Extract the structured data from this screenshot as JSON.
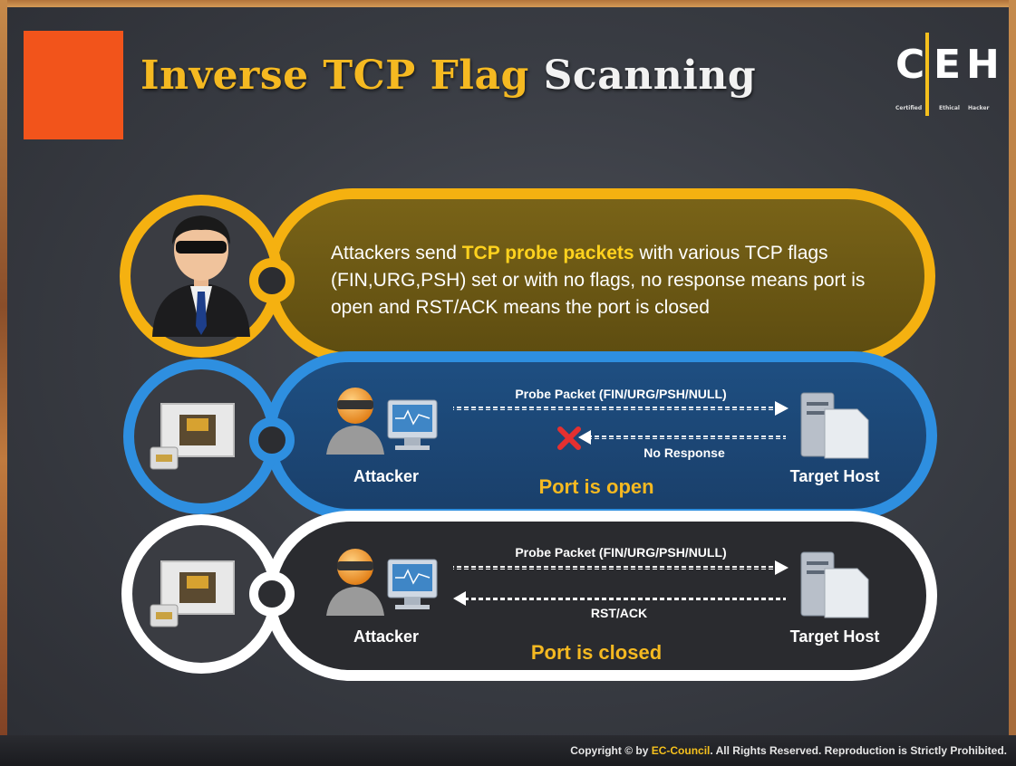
{
  "header": {
    "title_part1": "Inverse TCP Flag",
    "title_part2": "Scanning"
  },
  "logo": {
    "letter_c": "C",
    "letters_eh": "EH",
    "sub_certified": "Certified",
    "sub_ethical": "Ethical",
    "sub_hacker": "Hacker"
  },
  "intro": {
    "text_before": "Attackers send ",
    "highlight": "TCP probe packets",
    "text_after": " with various TCP flags (FIN,URG,PSH) set or with no flags, no response means port is open and RST/ACK means the port is closed"
  },
  "open_scenario": {
    "probe_label": "Probe Packet (FIN/URG/PSH/NULL)",
    "response_label": "No Response",
    "attacker_label": "Attacker",
    "target_label": "Target Host",
    "status": "Port is open"
  },
  "closed_scenario": {
    "probe_label": "Probe Packet (FIN/URG/PSH/NULL)",
    "response_label": "RST/ACK",
    "attacker_label": "Attacker",
    "target_label": "Target Host",
    "status": "Port is closed"
  },
  "footer": {
    "prefix": "Copyright © by ",
    "brand": "EC-Council",
    "suffix": ". All Rights Reserved. Reproduction is Strictly Prohibited."
  },
  "colors": {
    "accent_orange": "#f2541b",
    "accent_yellow": "#f5b921",
    "open_blue": "#2e8fe0",
    "closed_white": "#ffffff"
  }
}
